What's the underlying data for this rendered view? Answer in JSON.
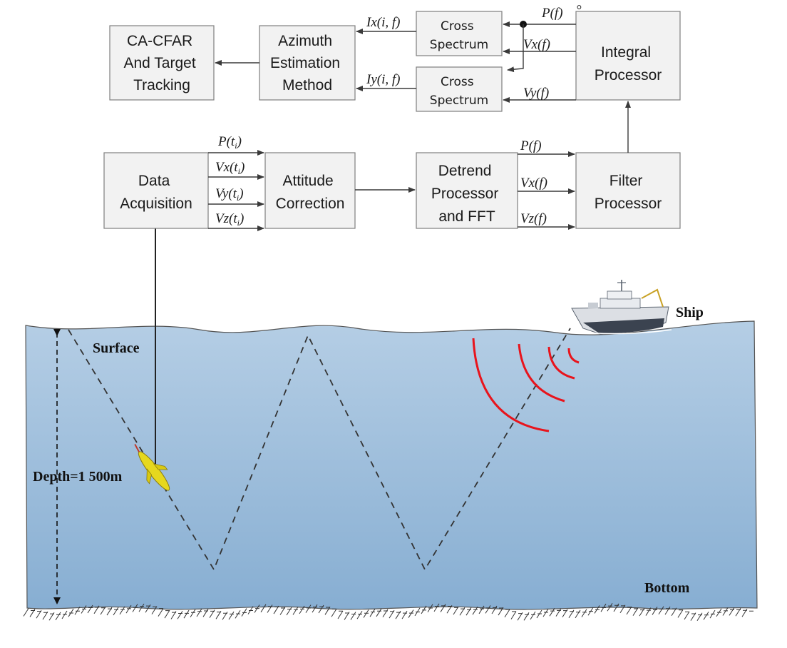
{
  "blocks": {
    "cfar": [
      "CA-CFAR",
      "And Target",
      "Tracking"
    ],
    "azimuth": [
      "Azimuth",
      "Estimation",
      "Method"
    ],
    "cross1": [
      "Cross",
      "Spectrum"
    ],
    "cross2": [
      "Cross",
      "Spectrum"
    ],
    "integral": [
      "Integral",
      "Processor"
    ],
    "acquisition": [
      "Data",
      "Acquisition"
    ],
    "attitude": [
      "Attitude",
      "Correction"
    ],
    "detrend": [
      "Detrend",
      "Processor",
      "and FFT"
    ],
    "filter": [
      "Filter",
      "Processor"
    ]
  },
  "signals": {
    "ix": "Ix(i, f)",
    "iy": "Iy(i, f)",
    "p_f_top": "P(f)",
    "degree": "°",
    "vx_f_top": "Vx(f)",
    "vy_f_top": "Vy(f)",
    "p_t": "P(t",
    "vx_t": "Vx(t",
    "vy_t": "Vy(t",
    "vz_t": "Vz(t",
    "sub_i": "i",
    "close": ")",
    "p_f": "P(f)",
    "vx_f": "Vx(f)",
    "vz_f": "Vz(f)"
  },
  "scene": {
    "surface": "Surface",
    "depth": "Depth=1 500m",
    "ship": "Ship",
    "bottom": "Bottom"
  },
  "colors": {
    "water_top": "#b3cde4",
    "water_bottom": "#8aafd2",
    "sound_waves": "#e8141c",
    "glider": "#e6d81e",
    "box_fill": "#f2f2f2"
  }
}
